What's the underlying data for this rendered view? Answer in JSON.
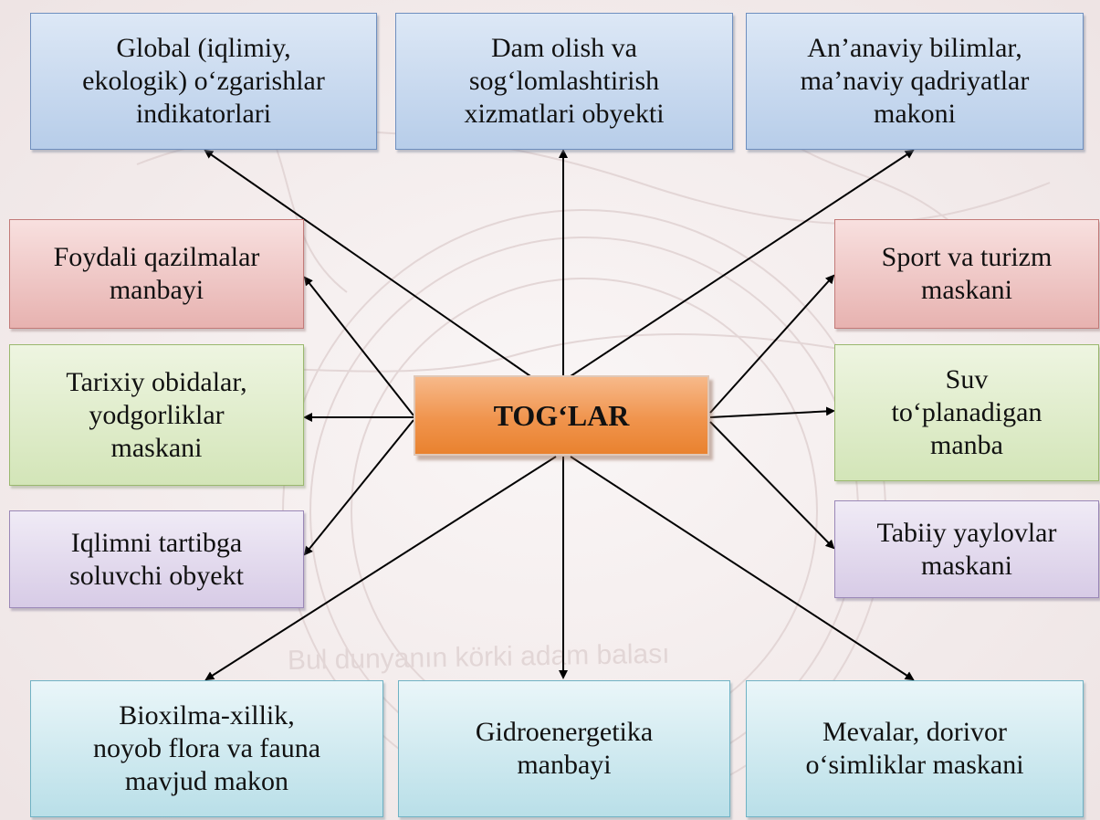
{
  "center": {
    "label": "TOG‘LAR"
  },
  "boxes": [
    {
      "id": "global",
      "lines": [
        "Global (iqlimiy,",
        "ekologik) o‘zgarishlar",
        "indikatorlari"
      ],
      "color": "#b7cde9"
    },
    {
      "id": "dam-olish",
      "lines": [
        "Dam olish va",
        "sog‘lomlashtirish",
        "xizmatlari obyekti"
      ],
      "color": "#b7cde9"
    },
    {
      "id": "ananaviy",
      "lines": [
        "An’anaviy bilimlar,",
        "ma’naviy qadriyatlar",
        "makoni"
      ],
      "color": "#b7cde9"
    },
    {
      "id": "foydali",
      "lines": [
        "Foydali qazilmalar",
        "manbayi"
      ],
      "color": "#e7b2b0"
    },
    {
      "id": "sport",
      "lines": [
        "Sport va turizm",
        "maskani"
      ],
      "color": "#e7b2b0"
    },
    {
      "id": "tarixiy",
      "lines": [
        "Tarixiy obidalar,",
        "yodgorliklar",
        "maskani"
      ],
      "color": "#d3e5b8"
    },
    {
      "id": "suv",
      "lines": [
        "Suv",
        "to‘planadigan",
        "manba"
      ],
      "color": "#d3e5b8"
    },
    {
      "id": "iqlimni",
      "lines": [
        "Iqlimni tartibga",
        "soluvchi obyekt"
      ],
      "color": "#d7cbe6"
    },
    {
      "id": "tabiiy",
      "lines": [
        "Tabiiy yaylovlar",
        "maskani"
      ],
      "color": "#d7cbe6"
    },
    {
      "id": "bioxilma",
      "lines": [
        "Bioxilma-xillik,",
        "noyob flora va fauna",
        "mavjud makon"
      ],
      "color": "#b9dfe8"
    },
    {
      "id": "gidro",
      "lines": [
        "Gidroenergetika",
        "manbayi"
      ],
      "color": "#b9dfe8"
    },
    {
      "id": "mevalar",
      "lines": [
        "Mevalar, dorivor",
        "o‘simliklar maskani"
      ],
      "color": "#b9dfe8"
    }
  ],
  "background": {
    "watermark": "Bul dunyanın körki adam balası"
  }
}
